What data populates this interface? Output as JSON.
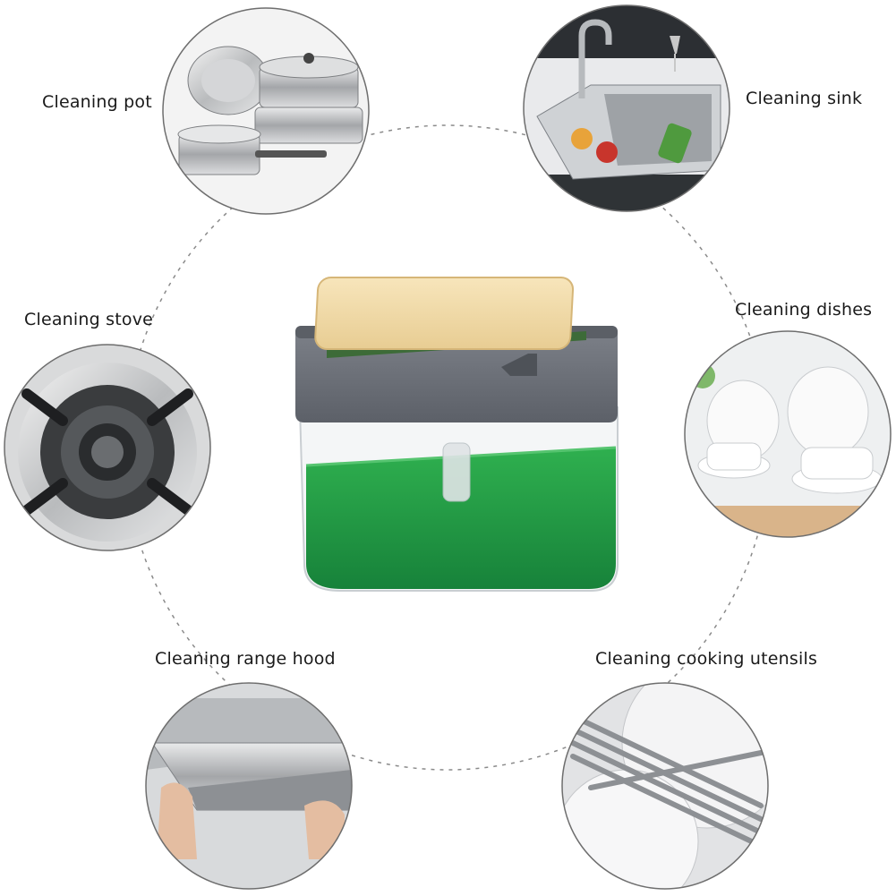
{
  "labels": {
    "pot": "Cleaning pot",
    "sink": "Cleaning sink",
    "stove": "Cleaning stove",
    "dishes": "Cleaning dishes",
    "range_hood": "Cleaning range hood",
    "cooking_utensils": "Cleaning cooking utensils"
  },
  "colors": {
    "background": "#ffffff",
    "dashed_ring": "#8a8a8a",
    "circle_border": "#6e6e6e",
    "dispenser_gray": "#6b6f78",
    "sponge": "#f2dcaa",
    "soap_green": "#1f9a3c"
  }
}
